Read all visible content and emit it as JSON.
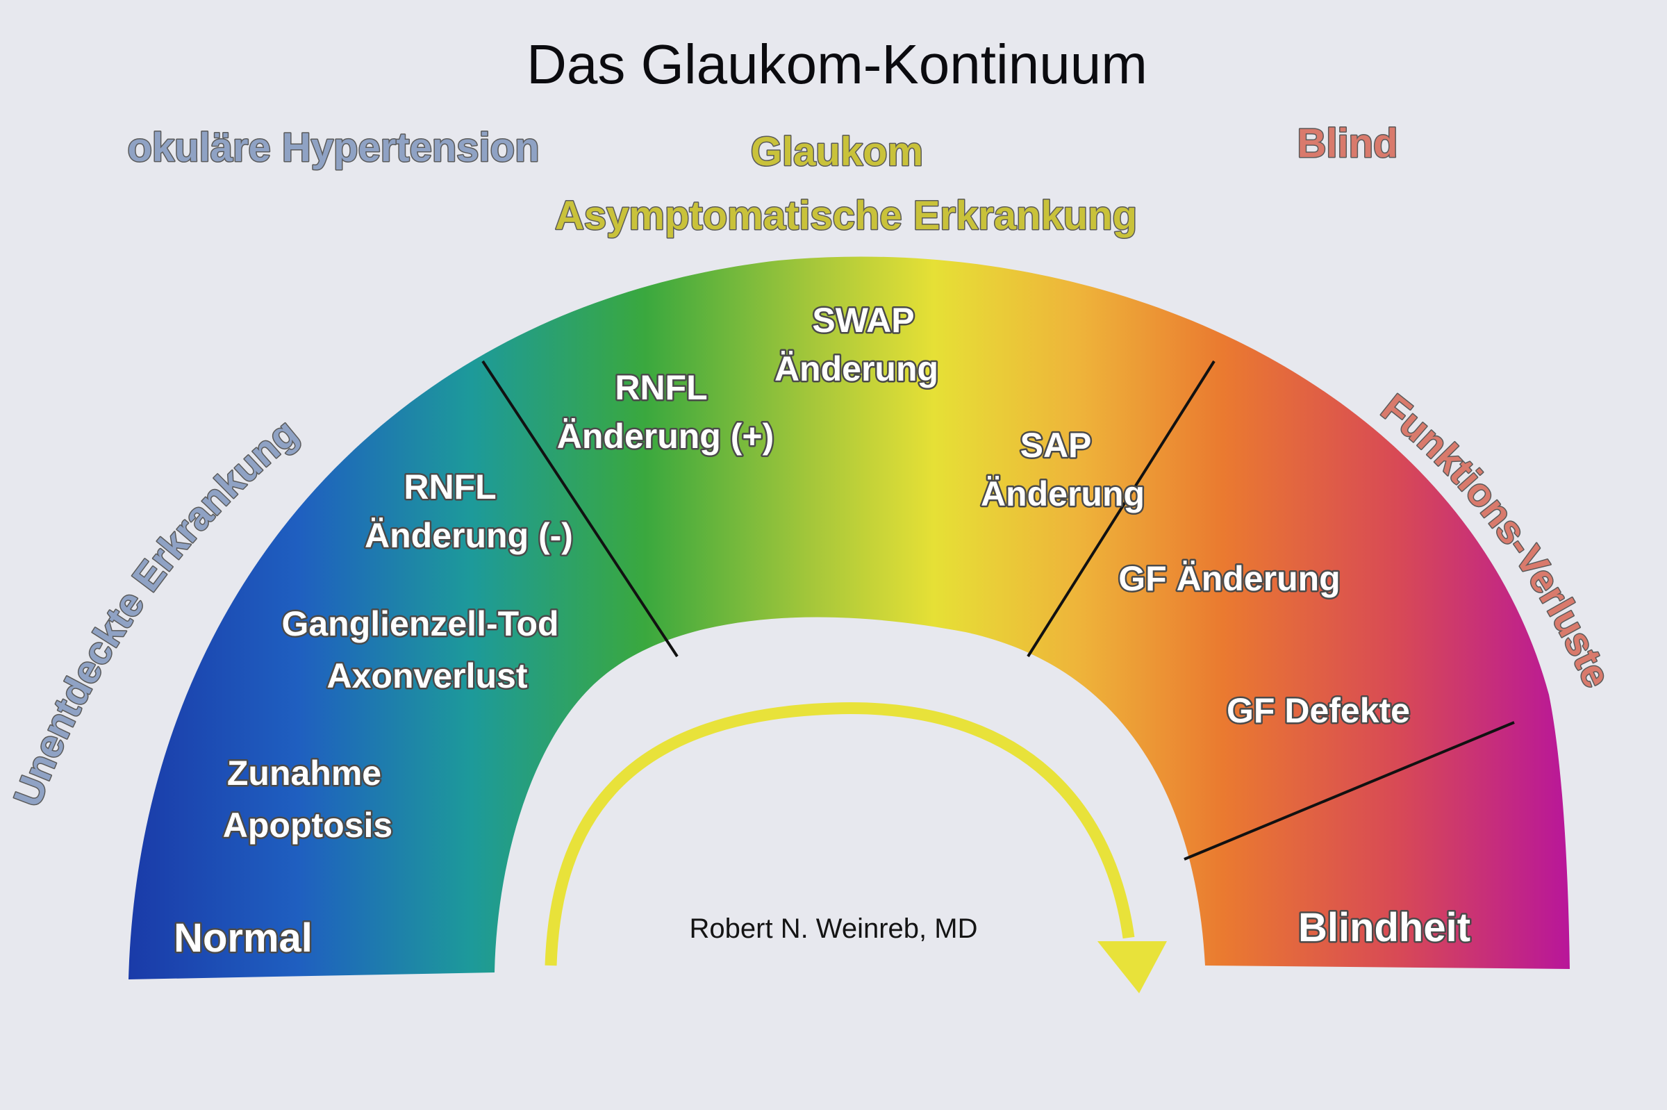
{
  "title": "Das Glaukom-Kontinuum",
  "top_labels": {
    "left": "okuläre Hypertension",
    "center": "Glaukom",
    "right": "Blind",
    "subtitle": "Asymptomatische Erkrankung"
  },
  "arc_labels": {
    "left": "Unentdeckte Erkrankung",
    "right": "Funktions-Verluste"
  },
  "segments": {
    "normal": "Normal",
    "apoptosis_line1": "Zunahme",
    "apoptosis_line2": "Apoptosis",
    "ganglion_line1": "Ganglienzell-Tod",
    "ganglion_line2": "Axonverlust",
    "rnfl_minus_line1": "RNFL",
    "rnfl_minus_line2": "Änderung (-)",
    "rnfl_plus_line1": "RNFL",
    "rnfl_plus_line2": "Änderung (+)",
    "swap_line1": "SWAP",
    "swap_line2": "Änderung",
    "sap_line1": "SAP",
    "sap_line2": "Änderung",
    "gf_change": "GF Änderung",
    "gf_defects": "GF Defekte",
    "blindness": "Blindheit"
  },
  "author": "Robert N. Weinreb, MD",
  "colors": {
    "background": "#e7e8ee",
    "blue": "#1a3aa8",
    "green": "#2fa542",
    "yellow": "#e6e036",
    "orange": "#ea7a30",
    "magenta": "#c0188f",
    "arrow": "#e8e23a",
    "left_label": "#8fa2c4",
    "center_label": "#c9c23a",
    "right_label": "#d97a6c"
  }
}
